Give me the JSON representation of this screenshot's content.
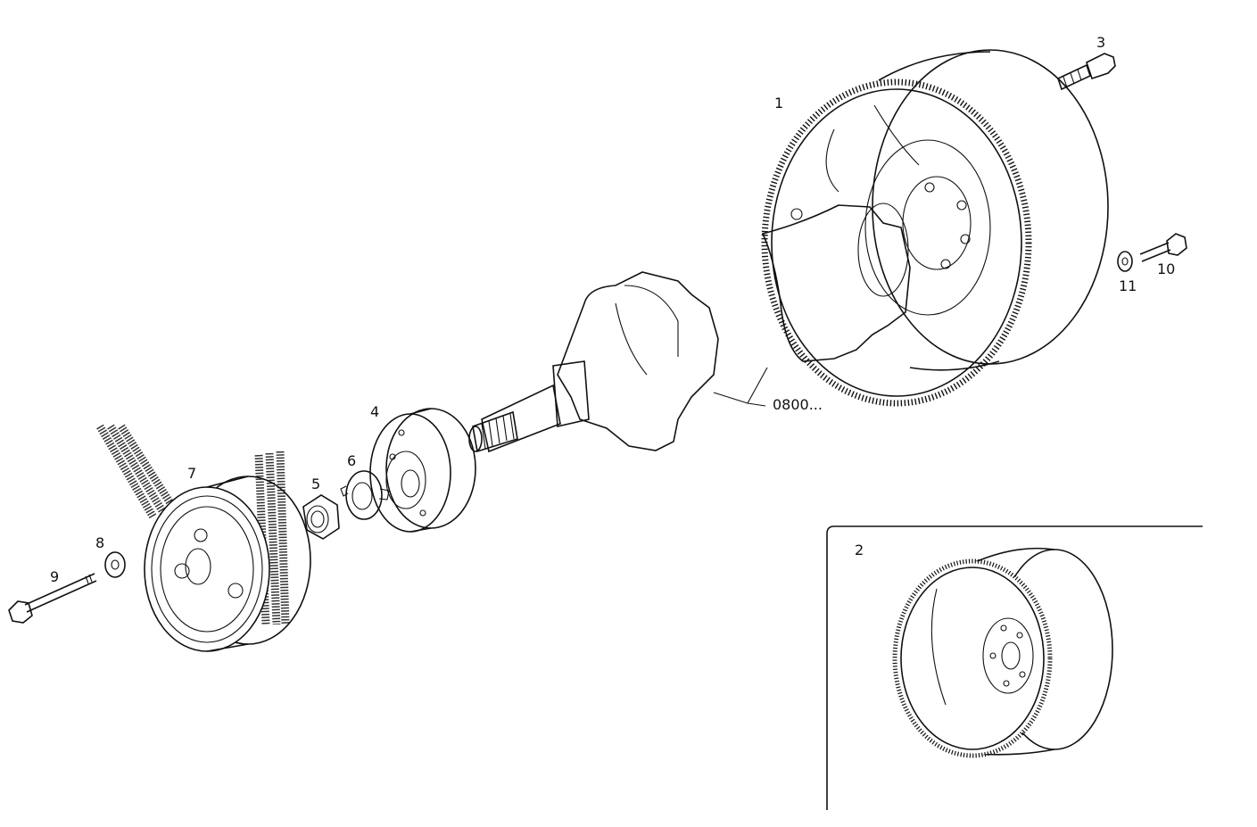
{
  "labels": {
    "flywheel": "1",
    "flywheel_alt": "2",
    "stud": "3",
    "hub": "4",
    "nut": "5",
    "lock_washer": "6",
    "pulley": "7",
    "washer": "8",
    "pulley_bolt": "9",
    "flywheel_bolt": "10",
    "flywheel_washer": "11",
    "crankshaft_ref": "0800..."
  },
  "colors": {
    "line": "#111111",
    "background": "#ffffff",
    "belt_shading": "#333333"
  }
}
